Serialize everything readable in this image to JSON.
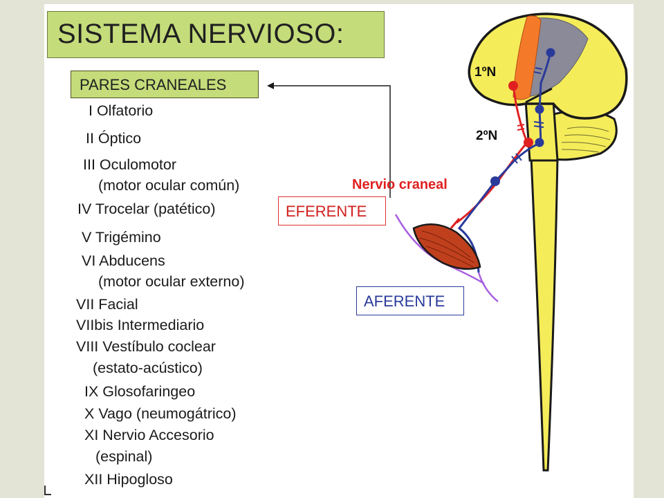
{
  "title": "SISTEMA NERVIOSO:",
  "subtitle": "PARES CRANEALES",
  "nerves": [
    "I Olfatorio",
    "II Óptico",
    "III Oculomotor",
    "(motor ocular común)",
    "IV Trocelar (patético)",
    "V Trigémino",
    "VI Abducens",
    "(motor ocular externo)",
    "VII Facial",
    "VIIbis Intermediario",
    "VIII Vestíbulo coclear",
    "(estato-acústico)",
    "IX Glosofaringeo",
    "X Vago (neumogátrico)",
    "XI Nervio Accesorio",
    "(espinal)",
    "XII Hipogloso"
  ],
  "diagram": {
    "nervio_craneal": "Nervio craneal",
    "eferente": "EFERENTE",
    "aferente": "AFERENTE",
    "neuron_1": "1ºN",
    "neuron_2": "2ºN"
  },
  "colors": {
    "title_bg": "#c4dc7a",
    "brain": "#f5ec5a",
    "cortex_orange": "#f47a2a",
    "cortex_gray": "#8a8a98",
    "efferent_red": "#e02020",
    "afferent_blue": "#2a3a9a",
    "muscle": "#c0401e",
    "sensory_purple": "#a860e0"
  }
}
